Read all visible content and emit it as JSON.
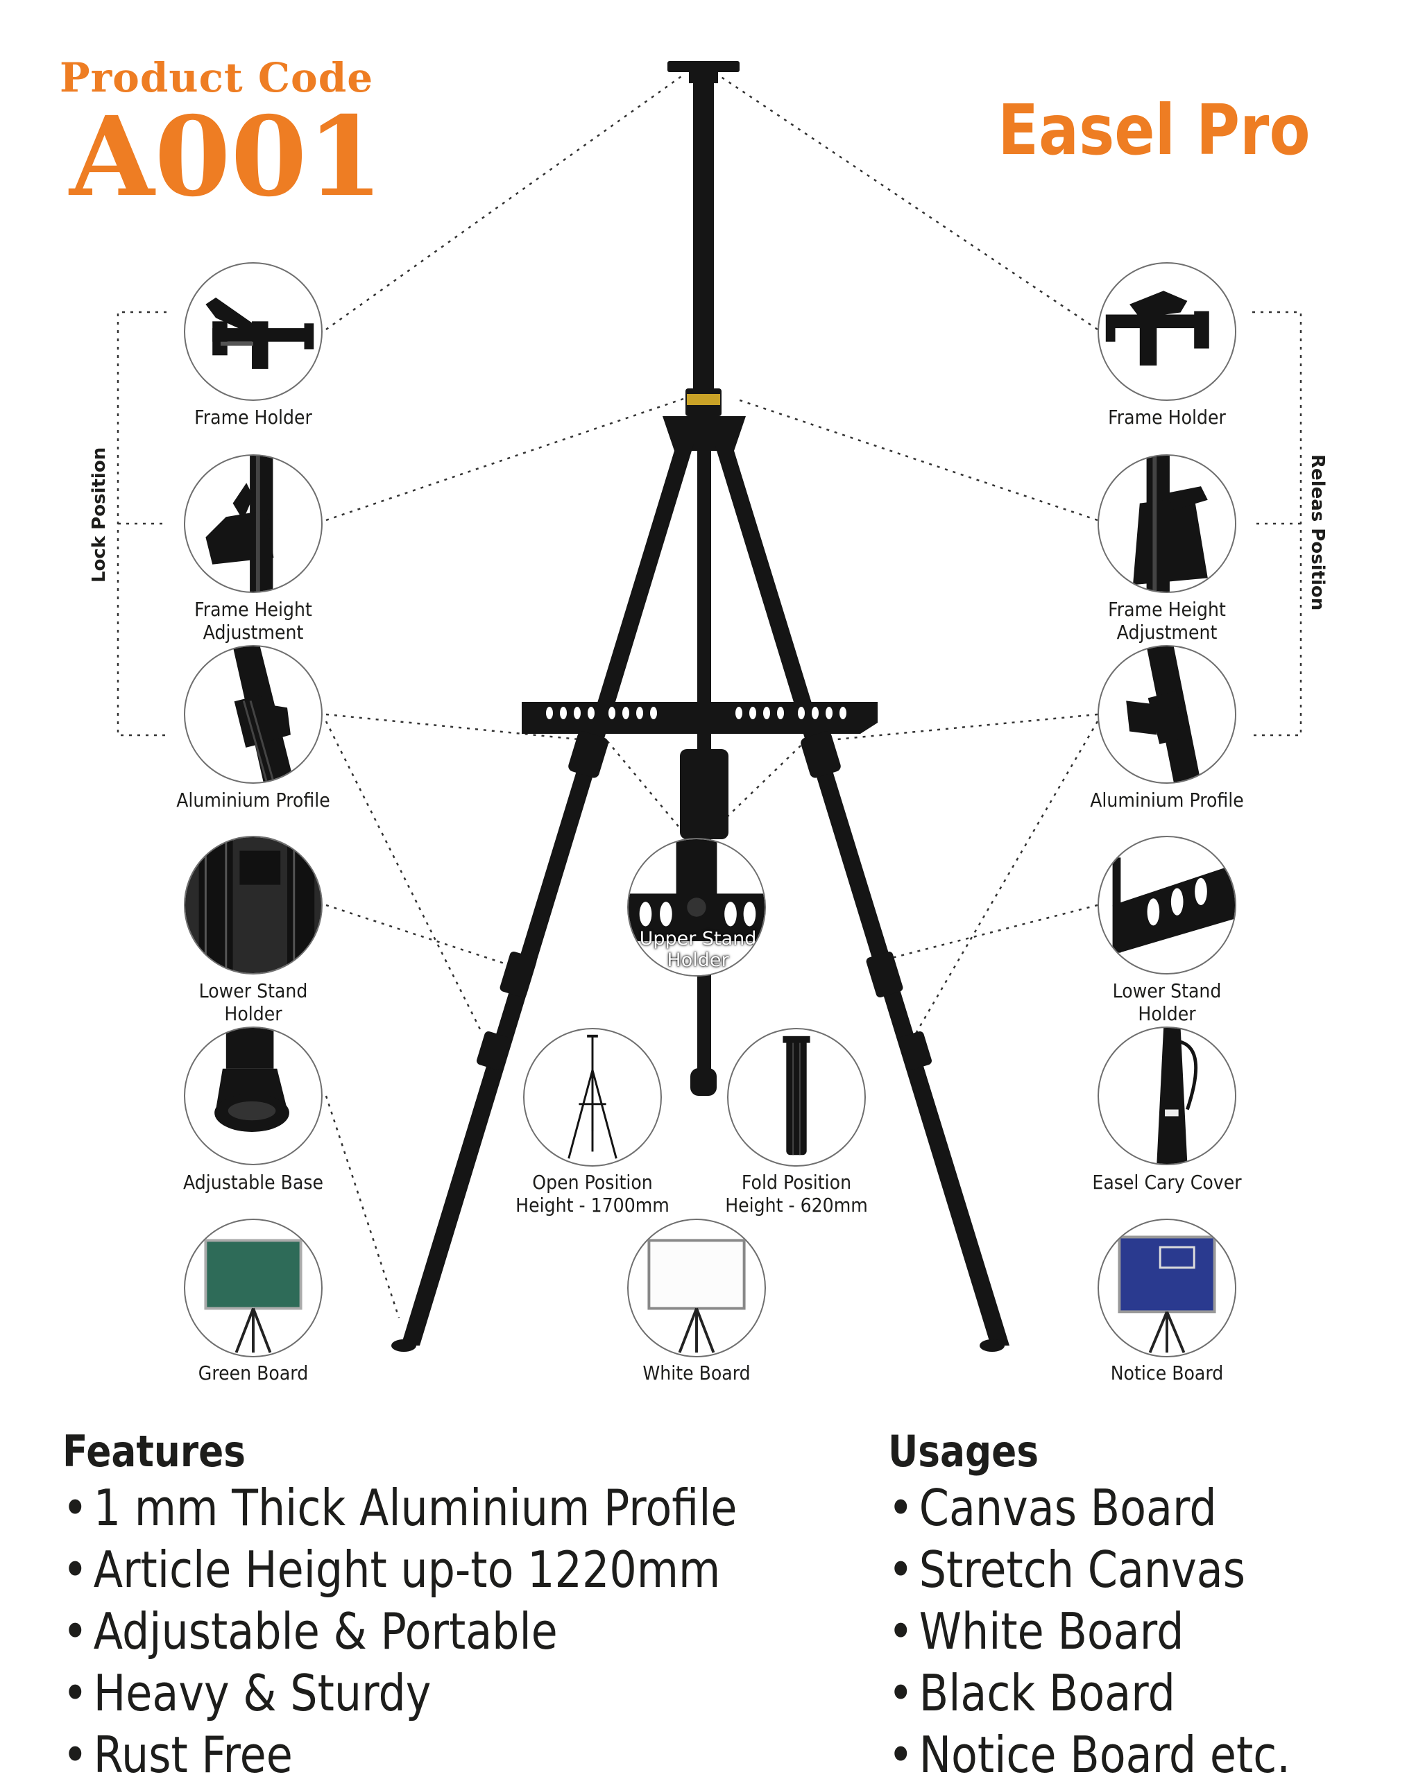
{
  "header": {
    "code_label": "Product Code",
    "code_value": "A001",
    "product_name": "Easel Pro"
  },
  "side_labels": {
    "left": "Lock Position",
    "right": "Releas Position"
  },
  "parts_left": [
    {
      "label_line1": "Frame Holder",
      "label_line2": "",
      "icon": "frame-holder-clamp-icon"
    },
    {
      "label_line1": "Frame Height",
      "label_line2": "Adjustment",
      "icon": "height-adjust-knob-icon"
    },
    {
      "label_line1": "Aluminium Profile",
      "label_line2": "",
      "icon": "aluminium-profile-icon"
    },
    {
      "label_line1": "Lower Stand",
      "label_line2": "Holder",
      "icon": "lower-stand-holder-icon"
    },
    {
      "label_line1": "Adjustable Base",
      "label_line2": "",
      "icon": "rubber-foot-icon"
    },
    {
      "label_line1": "Green Board",
      "label_line2": "",
      "icon": "green-board-icon"
    }
  ],
  "parts_right": [
    {
      "label_line1": "Frame Holder",
      "label_line2": "",
      "icon": "frame-holder-clamp-icon"
    },
    {
      "label_line1": "Frame Height",
      "label_line2": "Adjustment",
      "icon": "height-adjust-knob-icon"
    },
    {
      "label_line1": "Aluminium Profile",
      "label_line2": "",
      "icon": "aluminium-profile-icon"
    },
    {
      "label_line1": "Lower Stand",
      "label_line2": "Holder",
      "icon": "slotted-shelf-icon"
    },
    {
      "label_line1": "Easel Cary Cover",
      "label_line2": "",
      "icon": "carry-bag-icon"
    },
    {
      "label_line1": "Notice Board",
      "label_line2": "",
      "icon": "notice-board-icon"
    }
  ],
  "parts_center": {
    "upper_holder": {
      "label_line1": "Upper Stand",
      "label_line2": "Holder"
    },
    "open_position": {
      "label_line1": "Open Position",
      "label_line2": "Height - 1700mm"
    },
    "fold_position": {
      "label_line1": "Fold Position",
      "label_line2": "Height - 620mm"
    },
    "white_board": {
      "label_line1": "White Board"
    }
  },
  "features": {
    "heading": "Features",
    "items": [
      "1 mm Thick Aluminium Profile",
      "Article Height up-to 1220mm",
      "Adjustable & Portable",
      "Heavy & Sturdy",
      "Rust Free"
    ]
  },
  "usages": {
    "heading": "Usages",
    "items": [
      "Canvas Board",
      "Stretch Canvas",
      "White Board",
      "Black Board",
      "Notice Board etc."
    ]
  },
  "colors": {
    "brand_orange": "#ee7d23",
    "text_dark": "#1d1d1b",
    "easel_black": "#151515",
    "green_board": "#2e6b58",
    "notice_board": "#2a3a8f"
  },
  "bullet": "•"
}
